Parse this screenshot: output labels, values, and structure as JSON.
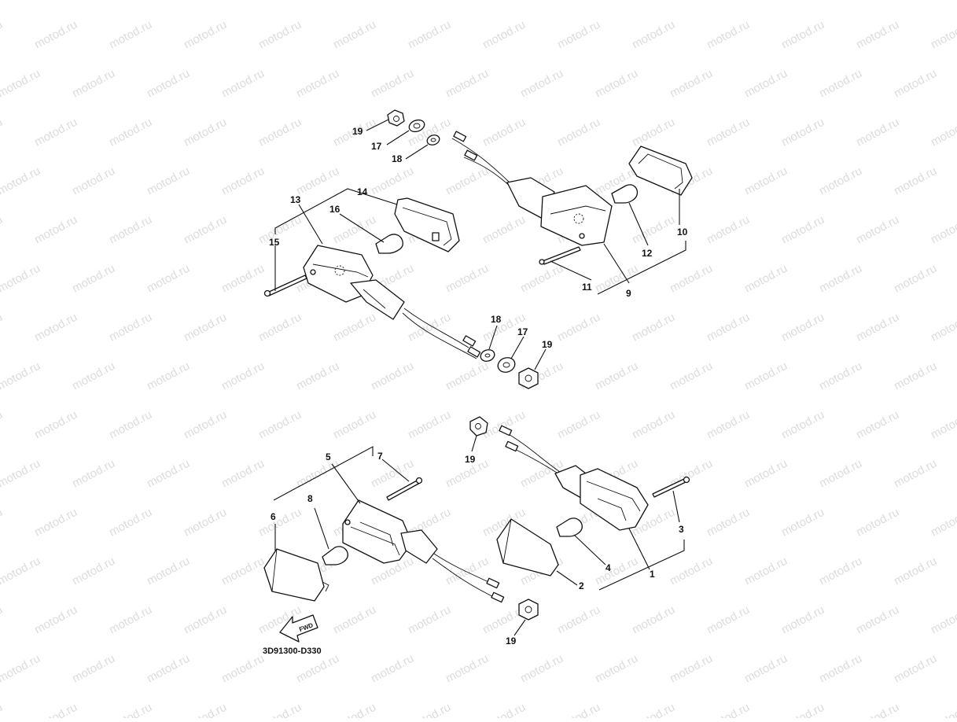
{
  "watermark": "motod.ru",
  "diagram_code": "3D91300-D330",
  "fwd_label": "FWD",
  "callouts": {
    "c1": "1",
    "c2": "2",
    "c3": "3",
    "c4": "4",
    "c5": "5",
    "c6": "6",
    "c7": "7",
    "c8": "8",
    "c9": "9",
    "c10": "10",
    "c11": "11",
    "c12": "12",
    "c13": "13",
    "c14": "14",
    "c15": "15",
    "c16": "16",
    "c17a": "17",
    "c17b": "17",
    "c18a": "18",
    "c18b": "18",
    "c19a": "19",
    "c19b": "19",
    "c19c": "19",
    "c19d": "19"
  }
}
